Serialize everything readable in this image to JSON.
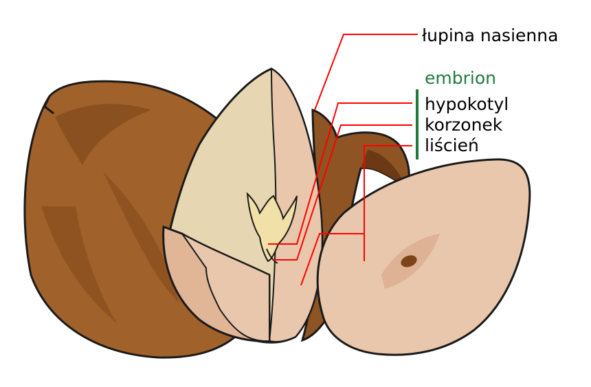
{
  "labels": {
    "seed_coat": "łupina nasienna",
    "group_title": "embrion",
    "hypocotyl": "hypokotyl",
    "radicle": "korzonek",
    "cotyledon": "liścień"
  },
  "colors": {
    "seed_coat_brown": "#a0612a",
    "seed_coat_dark": "#6b3a14",
    "outline": "#1a1a1a",
    "kernel_cream": "#e6d6b2",
    "kernel_pink": "#e9c7ac",
    "embryo_yellow": "#f1e0a8",
    "leader_red": "#ff0000",
    "group_green": "#1f7a3e"
  }
}
